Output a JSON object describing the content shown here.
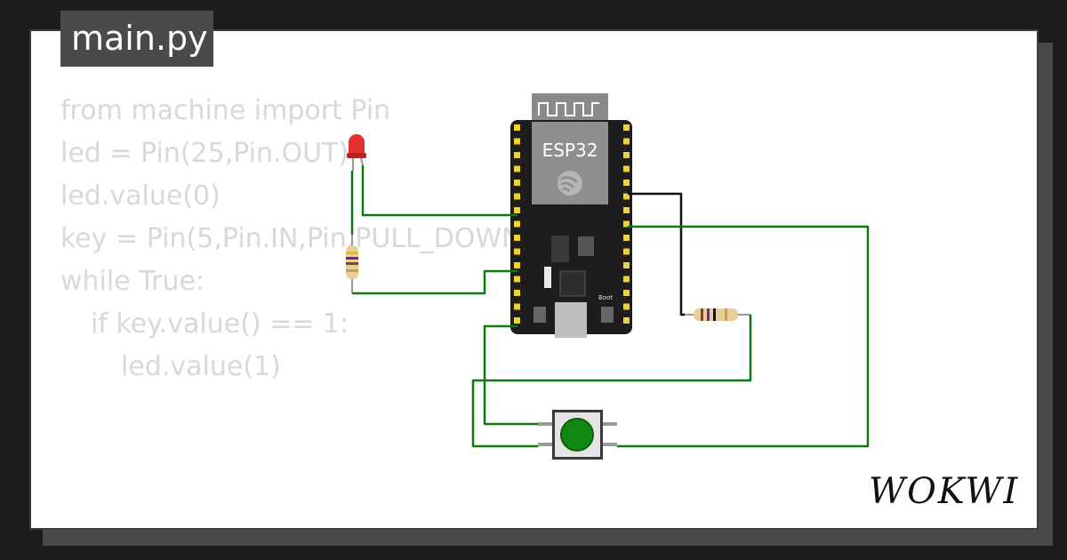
{
  "file_tab": {
    "title": "main.py"
  },
  "code": {
    "lines": [
      "from machine import Pin",
      "led = Pin(25,Pin.OUT)",
      "led.value(0)",
      "key = Pin(5,Pin.IN,Pin.PULL_DOWN)",
      "while True:",
      "if key.value() == 1:",
      "led.value(1)"
    ]
  },
  "board": {
    "label": "ESP32",
    "boot_label": "Boot"
  },
  "brand": {
    "logo_text": "WOKWI"
  },
  "colors": {
    "wire_green": "#0e7a0e",
    "wire_black": "#111111",
    "led_red": "#e53030",
    "button_green": "#118811"
  },
  "icons": {
    "espressif_logo": "espressif-icon"
  }
}
